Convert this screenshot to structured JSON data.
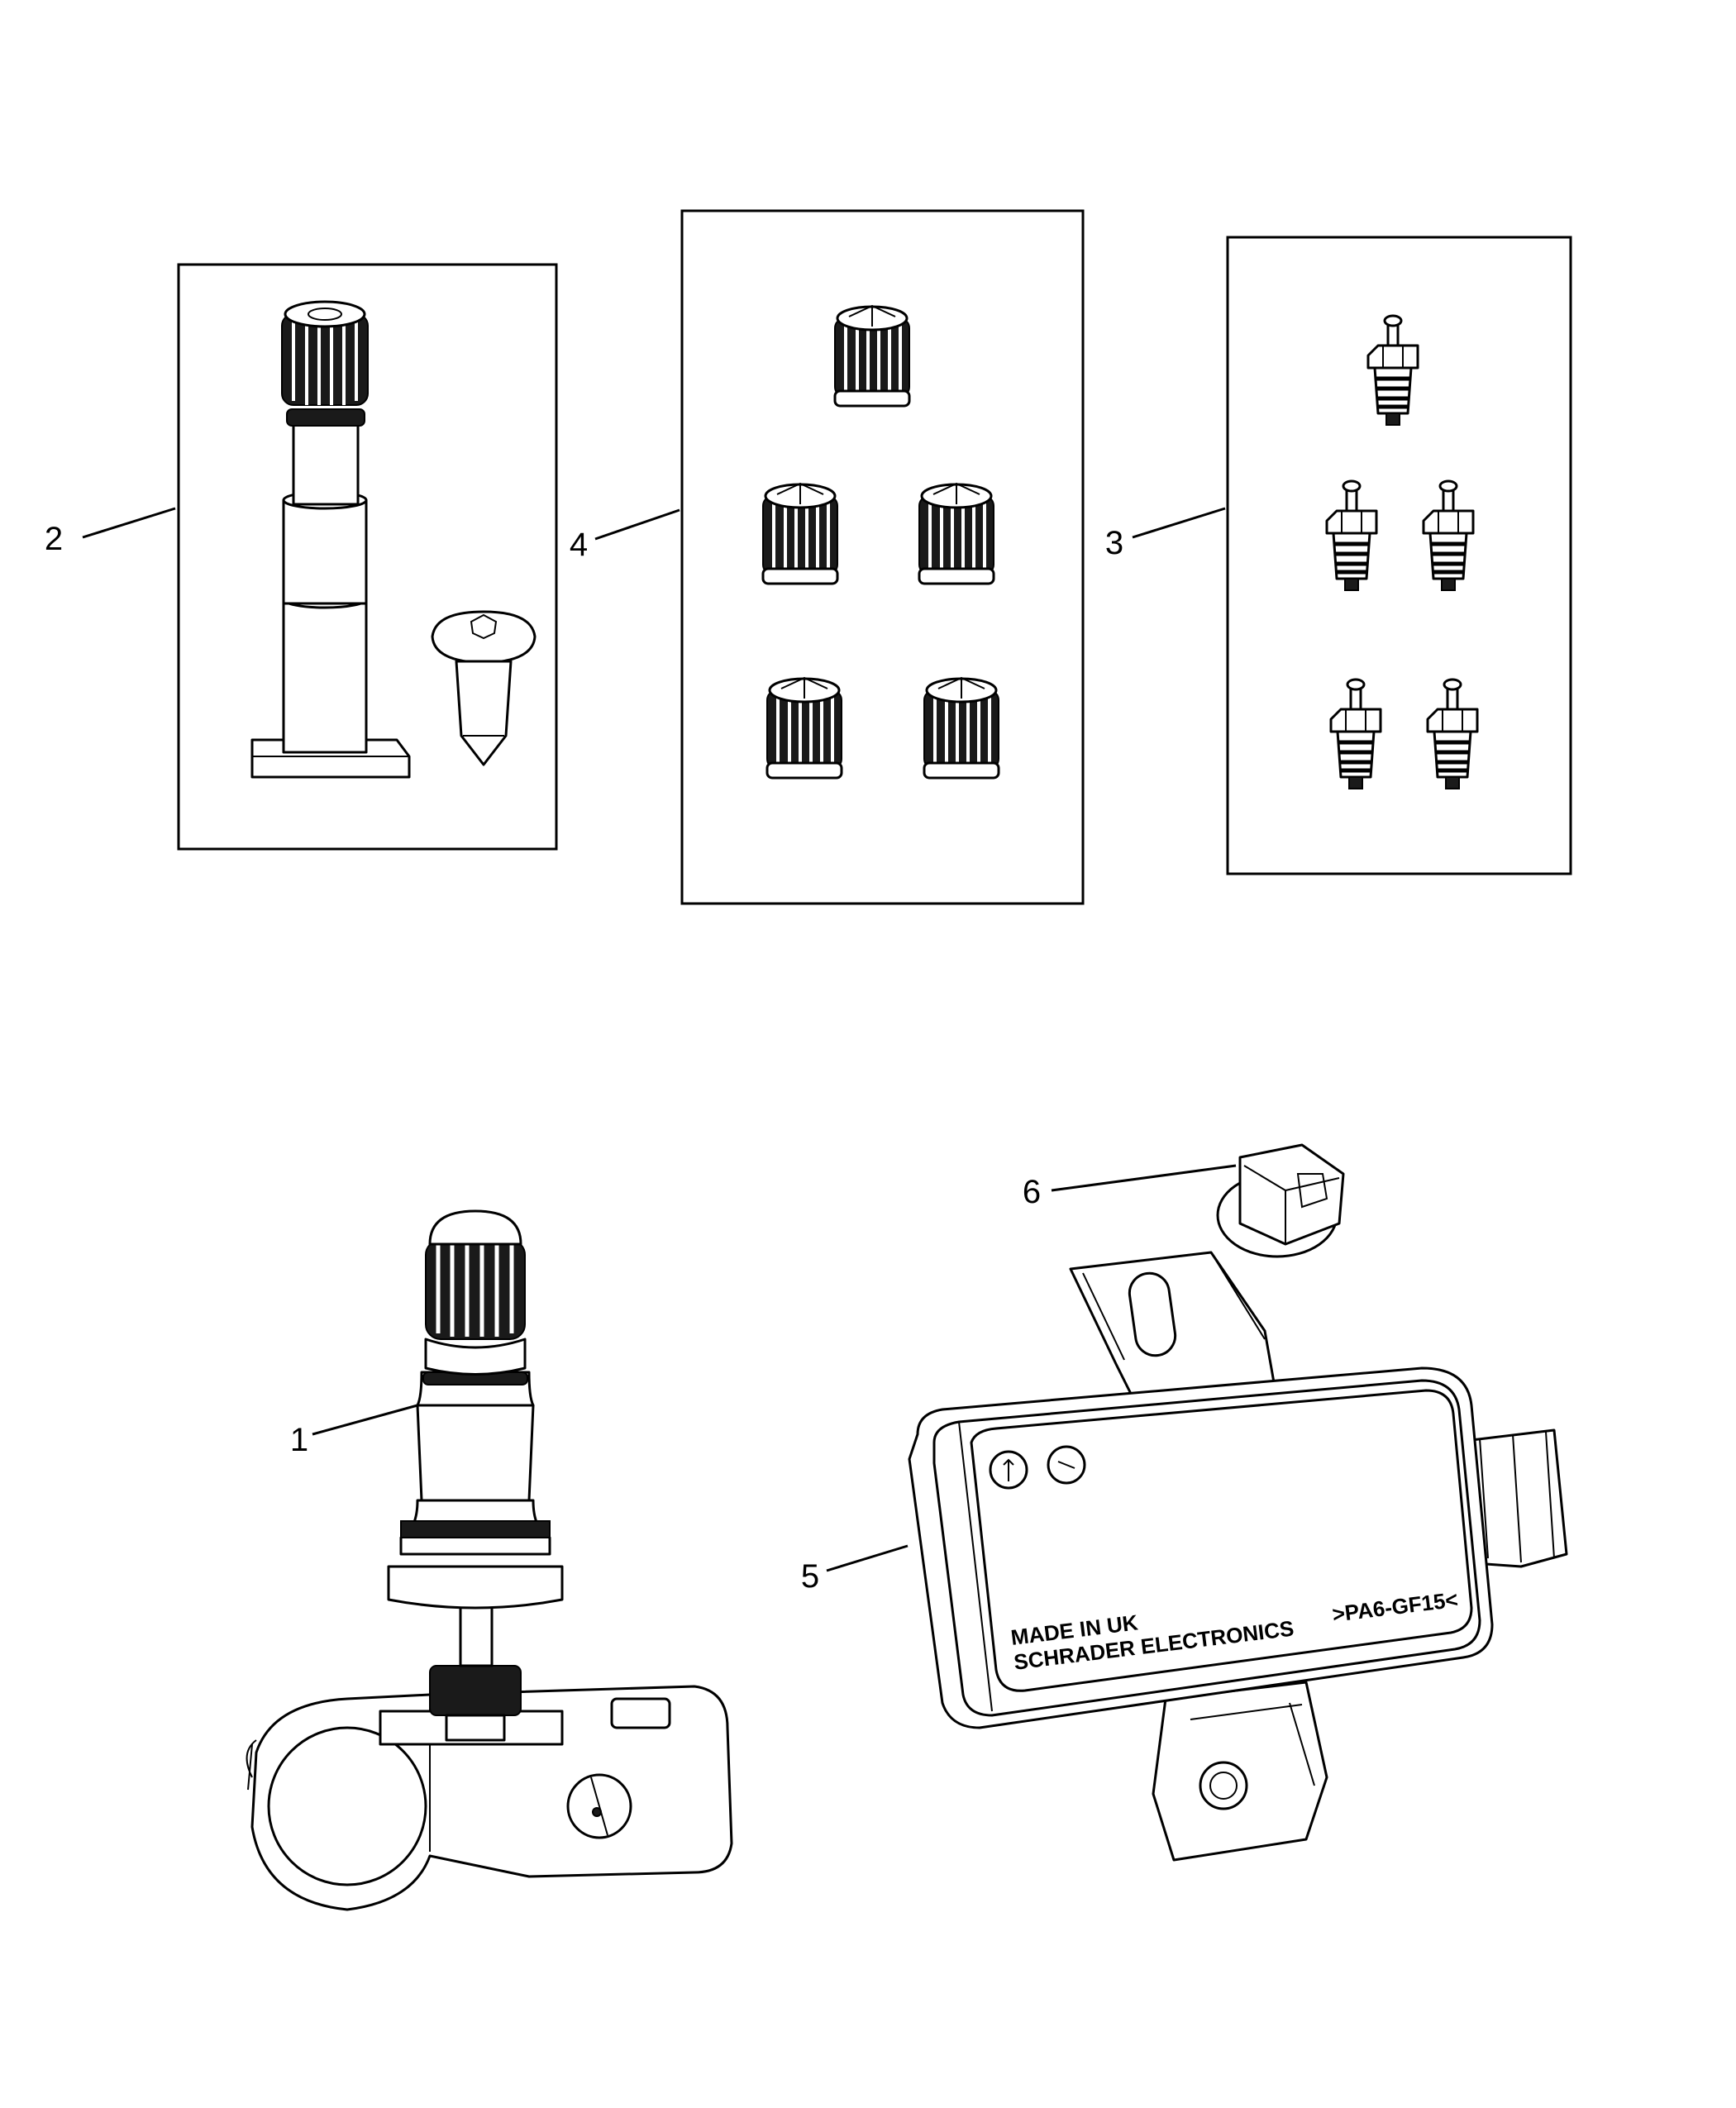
{
  "callouts": [
    {
      "id": "1",
      "label": "1"
    },
    {
      "id": "2",
      "label": "2"
    },
    {
      "id": "3",
      "label": "3"
    },
    {
      "id": "4",
      "label": "4"
    },
    {
      "id": "5",
      "label": "5"
    },
    {
      "id": "6",
      "label": "6"
    }
  ],
  "module_label": {
    "line1": "MADE IN UK",
    "line2": "SCHRADER ELECTRONICS",
    "code": ">PA6-GF15<"
  },
  "colors": {
    "line": "#000000",
    "background": "#ffffff",
    "shade": "#1a1a1a"
  }
}
